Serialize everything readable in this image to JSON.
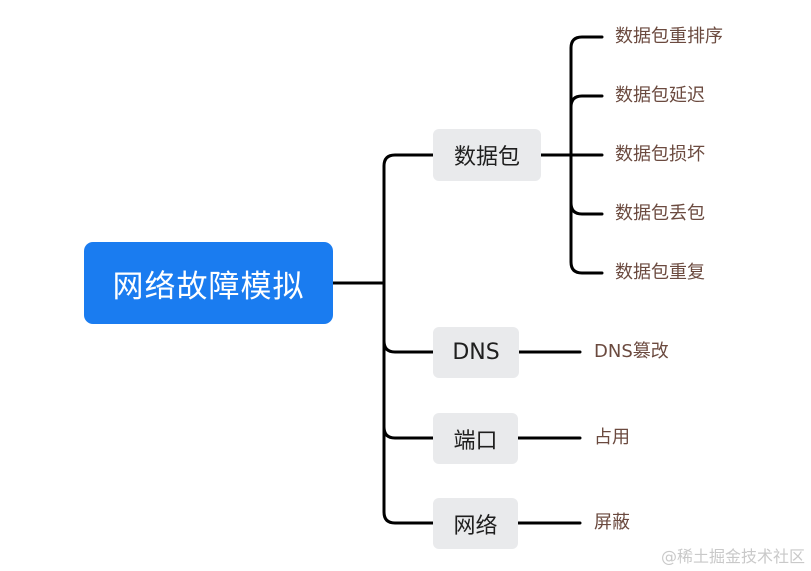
{
  "root": {
    "label": "网络故障模拟"
  },
  "branches": [
    {
      "label": "数据包",
      "children": [
        "数据包重排序",
        "数据包延迟",
        "数据包损坏",
        "数据包丢包",
        "数据包重复"
      ]
    },
    {
      "label": "DNS",
      "children": [
        "DNS篡改"
      ]
    },
    {
      "label": "端口",
      "children": [
        "占用"
      ]
    },
    {
      "label": "网络",
      "children": [
        "屏蔽"
      ]
    }
  ],
  "watermark": "@稀土掘金技术社区",
  "colors": {
    "root_fill": "#1a7cf0",
    "node_fill": "#e9eaec",
    "connector": "#000000",
    "leaf_text": "#6b4a3f"
  }
}
